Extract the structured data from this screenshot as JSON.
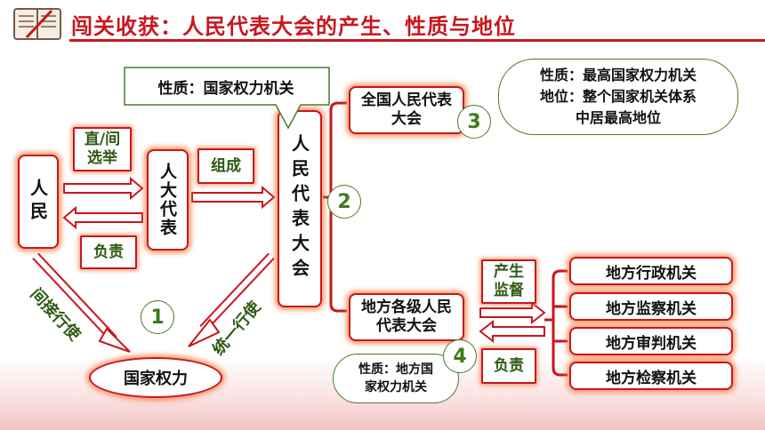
{
  "header": {
    "title": "闯关收获：人民代表大会的产生、性质与地位"
  },
  "nodes": {
    "people": "人民",
    "deputies": "人大代表",
    "npc_congress": "人民代表大会",
    "national_npc": "全国人民代表大会",
    "local_npc": "地方各级人民代表大会",
    "state_power": "国家权力",
    "local_admin": "地方行政机关",
    "local_supervision": "地方监察机关",
    "local_judicial": "地方审判机关",
    "local_procuratorate": "地方检察机关"
  },
  "labels": {
    "elect": "直/间\n选举",
    "responsible_left": "负责",
    "compose": "组成",
    "indirect_exercise": "间接行使",
    "unified_exercise": "统一行使",
    "produce_supervise": "产生\n监督",
    "responsible_right": "负责"
  },
  "callouts": {
    "nature_top": "性质：国家权力机关",
    "national_info": "性质：最高国家权力机关\n地位：整个国家机关体系\n中居最高地位",
    "local_info": "性质：地方国\n家权力机关"
  },
  "markers": [
    "1",
    "2",
    "3",
    "4"
  ]
}
